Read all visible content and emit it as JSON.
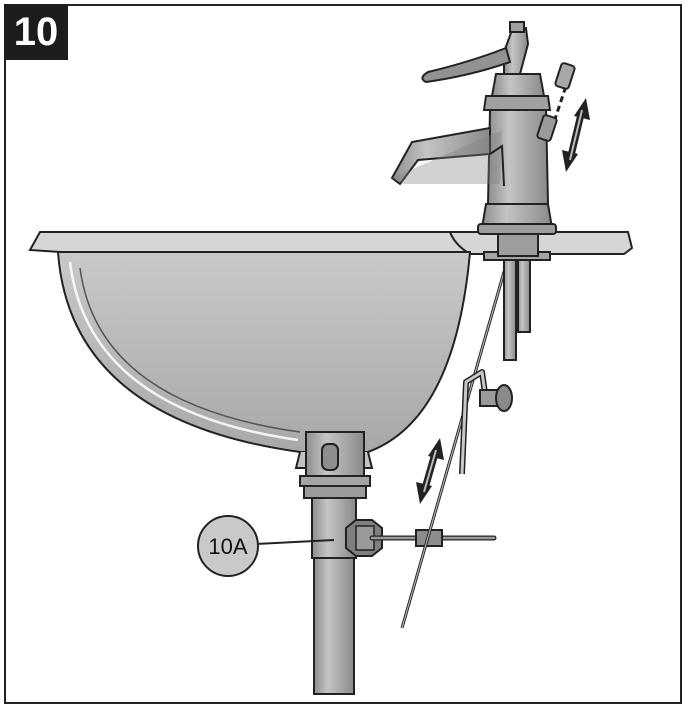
{
  "step": {
    "number": "10"
  },
  "callouts": [
    {
      "label": "10A",
      "target": "drain-tailpiece-pivot-nut"
    }
  ],
  "colors": {
    "metal": "#a9a9a9",
    "metal_dark": "#8c8c8c",
    "outline": "#222222",
    "basin": "#bdbdbd",
    "badge": "#1c1c1c"
  },
  "icons": [
    "double-arrow-icon"
  ]
}
